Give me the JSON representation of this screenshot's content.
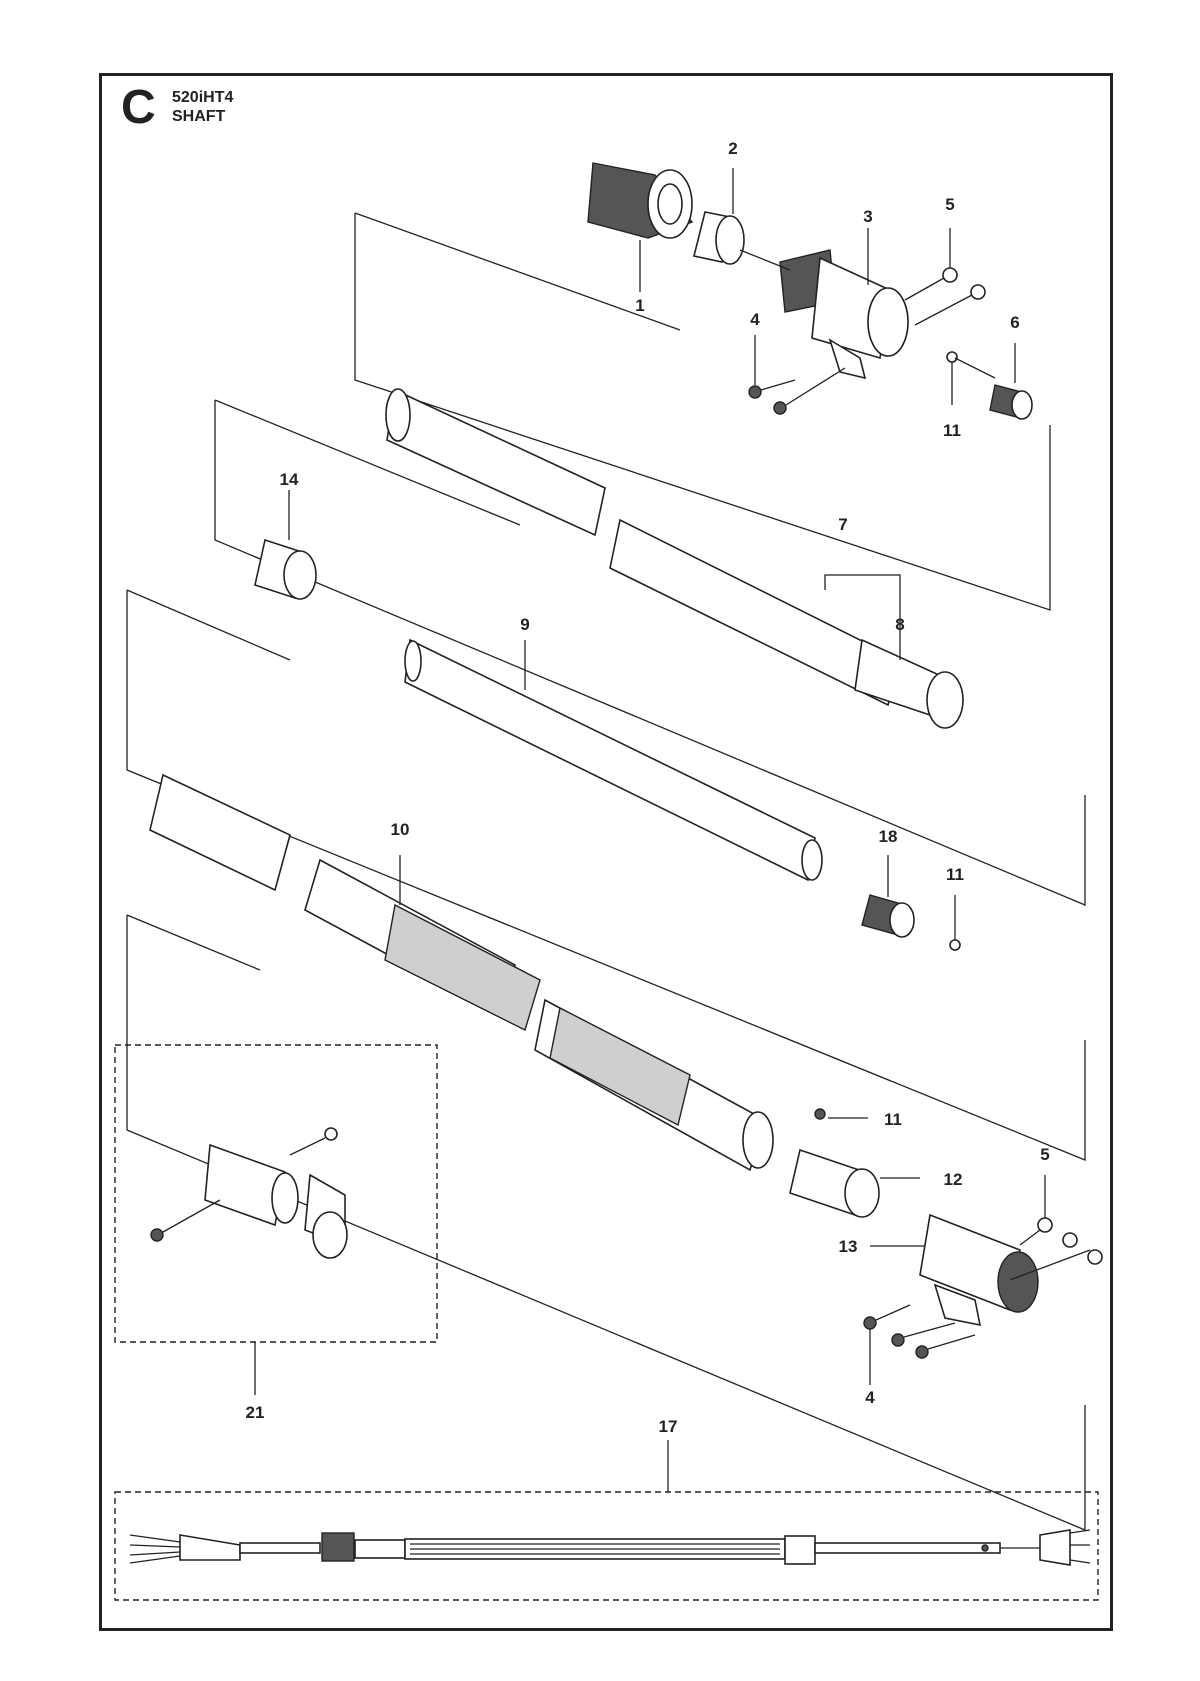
{
  "header": {
    "section_letter": "C",
    "model": "520iHT4",
    "title": "SHAFT"
  },
  "callouts": [
    "1",
    "2",
    "3",
    "4",
    "5",
    "6",
    "11",
    "14",
    "7",
    "8",
    "9",
    "18",
    "11",
    "10",
    "11",
    "12",
    "5",
    "13",
    "4",
    "21",
    "17"
  ],
  "colors": {
    "line": "#222222",
    "paper": "#ffffff",
    "shade": "#555555",
    "light_shade": "#cfcfcf"
  }
}
